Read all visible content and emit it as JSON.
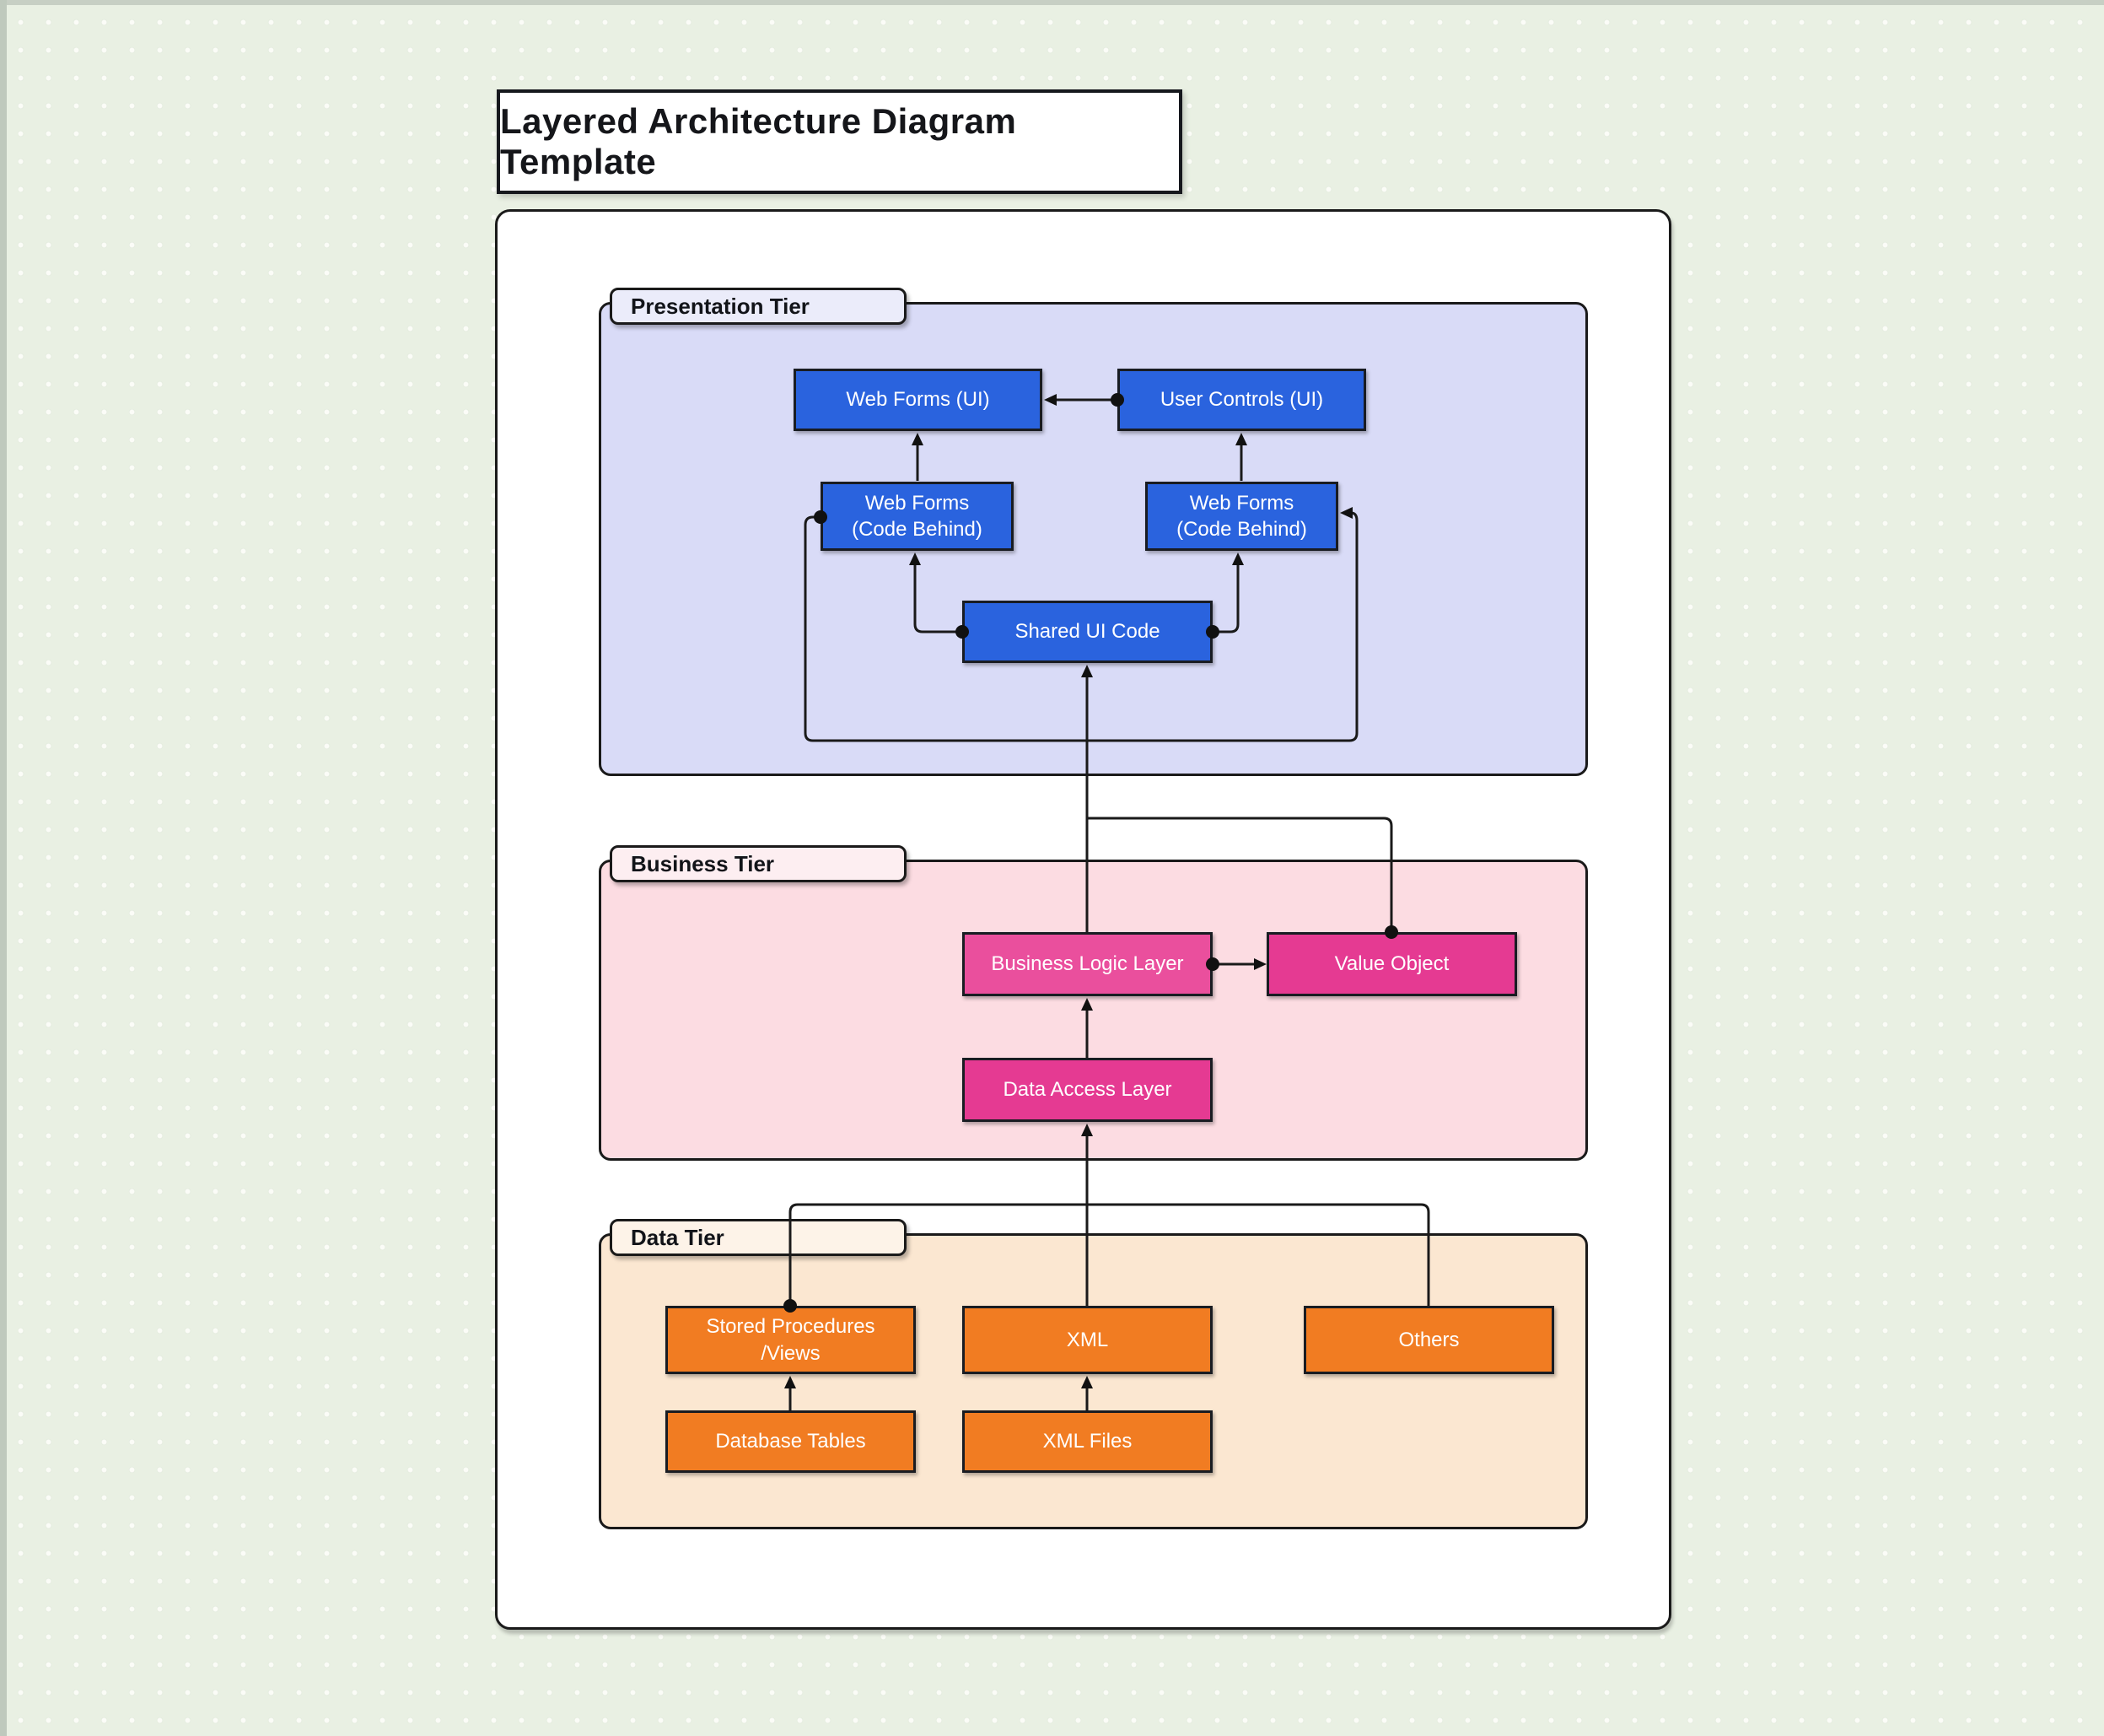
{
  "title": "Layered Architecture Diagram Template",
  "tiers": {
    "presentation": {
      "label": "Presentation Tier",
      "nodes": {
        "web_forms_ui": "Web Forms (UI)",
        "user_controls_ui": "User Controls (UI)",
        "web_forms_code_behind_left": "Web Forms (Code Behind)",
        "web_forms_code_behind_right": "Web Forms (Code Behind)",
        "shared_ui_code": "Shared UI Code"
      }
    },
    "business": {
      "label": "Business Tier",
      "nodes": {
        "business_logic_layer": "Business Logic Layer",
        "value_object": "Value Object",
        "data_access_layer": "Data Access Layer"
      }
    },
    "data": {
      "label": "Data Tier",
      "nodes": {
        "stored_procedures_views": "Stored Procedures /Views",
        "xml": "XML",
        "others": "Others",
        "database_tables": "Database Tables",
        "xml_files": "XML Files"
      }
    }
  },
  "palette": {
    "canvas_background": "#e9f0e3",
    "presentation_fill": "#d9dbf7",
    "presentation_tab_fill": "#ebecfa",
    "presentation_node_fill": "#2a63de",
    "business_fill": "#fcdce2",
    "business_tab_fill": "#fdeef1",
    "business_logic_node_fill": "#ea4f9d",
    "business_node_fill": "#e53a92",
    "data_fill": "#fbe7d1",
    "data_tab_fill": "#fdf3e8",
    "data_node_fill": "#f17c22",
    "connector_color": "#1a1a1a"
  }
}
